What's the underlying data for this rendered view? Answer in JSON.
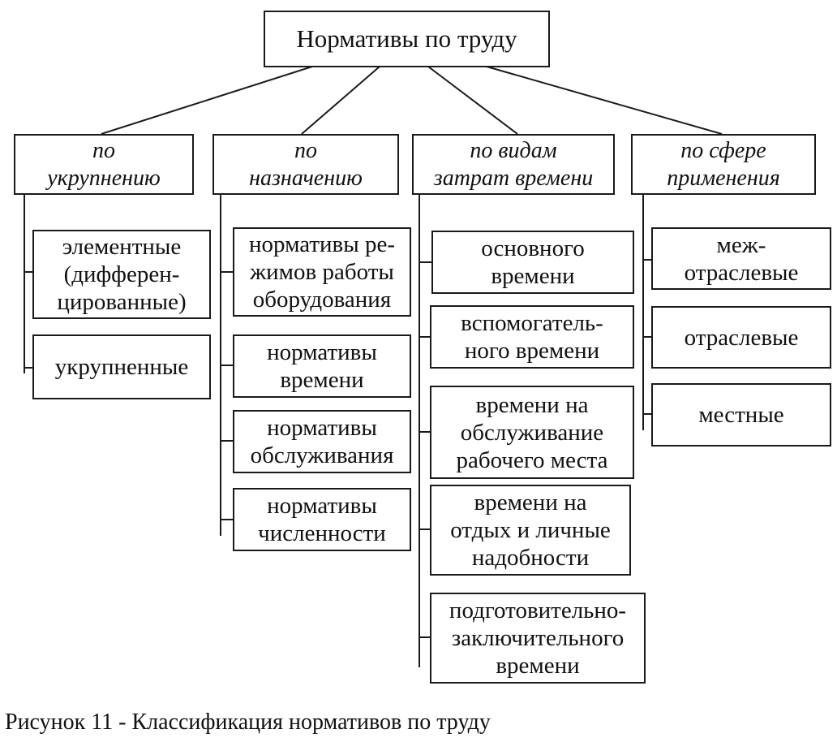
{
  "diagram": {
    "root": "Нормативы по труду",
    "categories": [
      {
        "label": "по\nукрупнению",
        "items": [
          "элементные\n(дифферен-\nцированные)",
          "укрупненные"
        ]
      },
      {
        "label": "по\nназначению",
        "items": [
          "нормативы ре-\nжимов работы\nоборудования",
          "нормативы\nвремени",
          "нормативы\nобслуживания",
          "нормативы\nчисленности"
        ]
      },
      {
        "label": "по видам\nзатрат времени",
        "items": [
          "основного\nвремени",
          "вспомогатель-\nного времени",
          "времени на\nобслуживание\nрабочего места",
          "времени на\nотдых и личные\nнадобности",
          "подготовительно-\nзаключительного\nвремени"
        ]
      },
      {
        "label": "по сфере\nприменения",
        "items": [
          "меж-\nотраслевые",
          "отраслевые",
          "местные"
        ]
      }
    ]
  },
  "caption": "Рисунок 11 - Классификация нормативов по труду"
}
